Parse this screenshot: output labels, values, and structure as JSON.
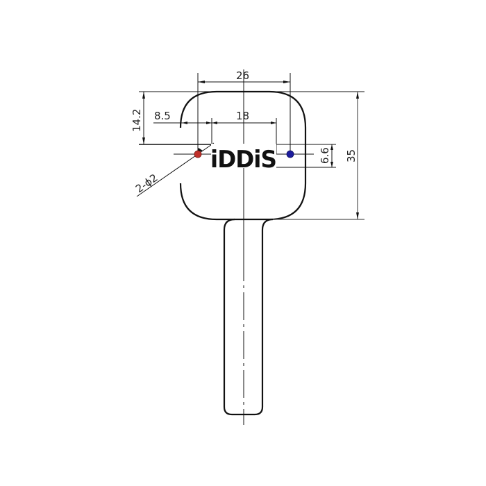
{
  "drawing": {
    "logo_text": "iDDiS",
    "dimensions": {
      "head_width": "26",
      "hole_offset_left": "8.5",
      "hole_spacing": "18",
      "hole_height_from_top": "14.2",
      "hole_callout": "2-ϕ2",
      "logo_height": "6.6",
      "head_height": "35"
    },
    "colors": {
      "outline": "#111111",
      "hot_dot": "#c0302a",
      "cold_dot": "#1c1c9e",
      "background": "#ffffff"
    }
  }
}
